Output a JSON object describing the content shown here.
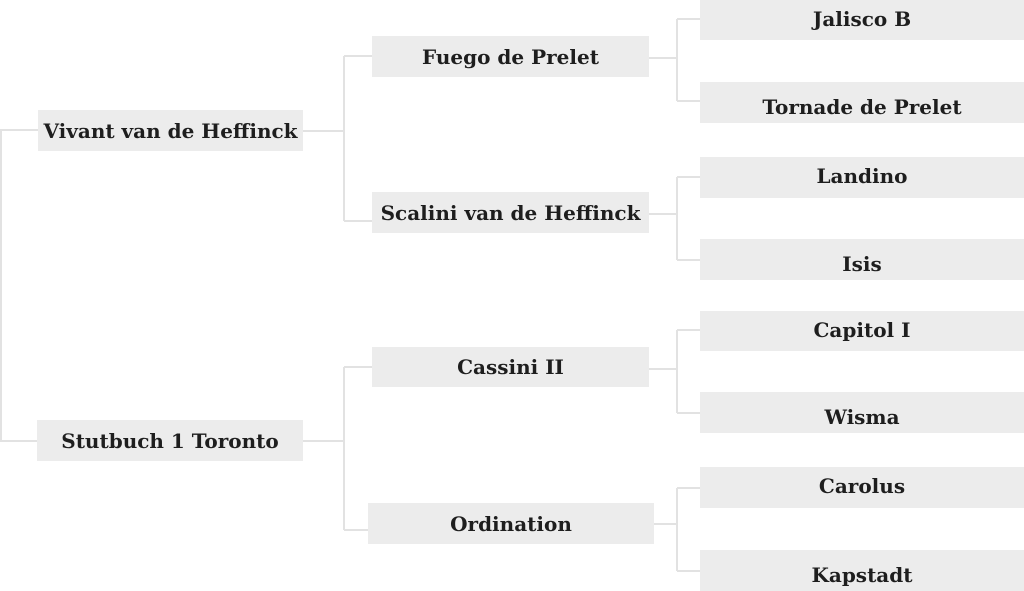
{
  "pedigree": {
    "sire": {
      "name": "Vivant van de Heffinck",
      "sire": {
        "name": "Fuego de Prelet",
        "sire": {
          "name": "Jalisco B"
        },
        "dam": {
          "name": "Tornade de Prelet"
        }
      },
      "dam": {
        "name": "Scalini van de Heffinck",
        "sire": {
          "name": "Landino"
        },
        "dam": {
          "name": "Isis"
        }
      }
    },
    "dam": {
      "name": "Stutbuch 1 Toronto",
      "sire": {
        "name": "Cassini II",
        "sire": {
          "name": "Capitol I"
        },
        "dam": {
          "name": "Wisma"
        }
      },
      "dam": {
        "name": "Ordination",
        "sire": {
          "name": "Carolus"
        },
        "dam": {
          "name": "Kapstadt"
        }
      }
    }
  },
  "colors": {
    "box_fill": "#ececec",
    "connector": "#e2e2e2",
    "text": "#1e1e1e"
  }
}
